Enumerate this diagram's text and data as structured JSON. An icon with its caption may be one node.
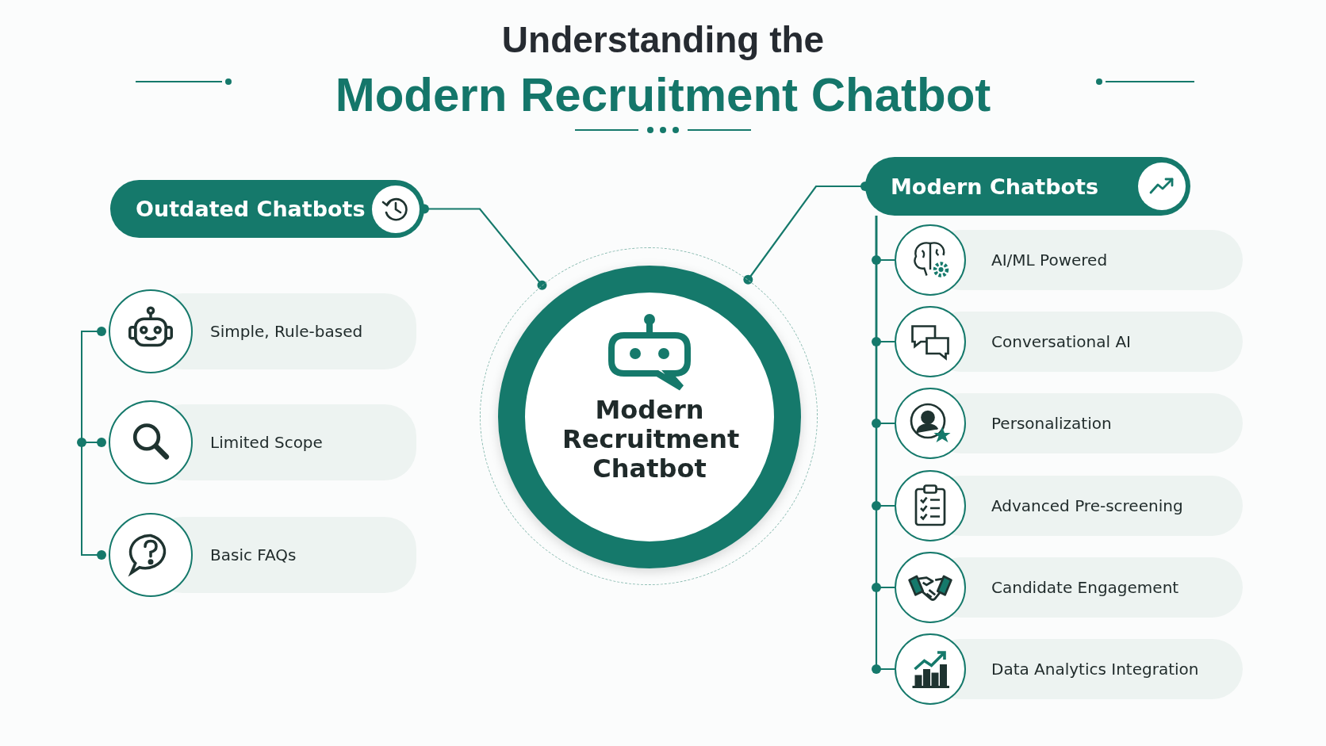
{
  "diagram": {
    "title": "Understanding the **Modern Recruitment Chatbot**",
    "nodes": [
      {
        "text": [
          "Outdated Chatbots"
        ]
      },
      {
        "text": [
          "Modern Recruitment Chatbot"
        ]
      },
      {
        "text": [
          "Modern Chatbots"
        ]
      },
      {
        "text": [
          "Simple, Rule-based"
        ]
      },
      {
        "text": [
          "Limited Scope"
        ]
      },
      {
        "text": [
          "Basic FAQs"
        ]
      },
      {
        "text": [
          "AI/ML Powered"
        ]
      },
      {
        "text": [
          "Conversational AI"
        ]
      },
      {
        "text": [
          "Personalization"
        ]
      },
      {
        "text": [
          "Advanced Pre-screening"
        ]
      },
      {
        "text": [
          "Candidate Engagement"
        ]
      },
      {
        "text": [
          "Data Analytics Integration"
        ]
      }
    ],
    "edges": [
      {
        "from": 0,
        "to": 1,
        "arrow": "other"
      },
      {
        "from": 2,
        "to": 1,
        "arrow": "other"
      },
      {
        "from": 2,
        "to": 6,
        "arrow": "none"
      },
      {
        "from": 2,
        "to": 7,
        "arrow": "none"
      },
      {
        "from": 2,
        "to": 8,
        "arrow": "none"
      },
      {
        "from": 2,
        "to": 9,
        "arrow": "none"
      },
      {
        "from": 2,
        "to": 10,
        "arrow": "none"
      },
      {
        "from": 2,
        "to": 11,
        "arrow": "none"
      }
    ]
  }
}
